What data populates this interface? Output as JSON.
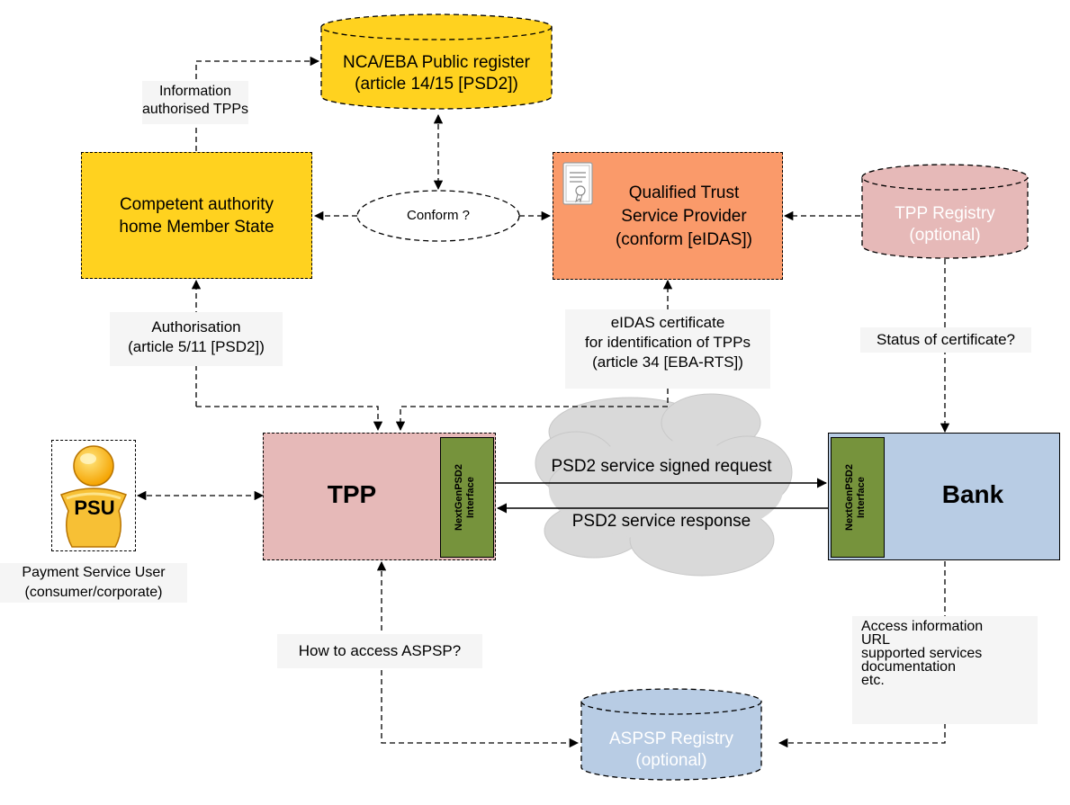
{
  "nodes": {
    "nca_register": {
      "line1": "NCA/EBA Public register",
      "line2": "(article 14/15 [PSD2])"
    },
    "competent_authority": {
      "line1": "Competent authority",
      "line2": "home Member State"
    },
    "qtsp": {
      "line1": "Qualified Trust",
      "line2": "Service Provider",
      "line3": "(conform [eIDAS])"
    },
    "tpp_registry": {
      "line1": "TPP Registry",
      "line2": "(optional)"
    },
    "tpp": {
      "label": "TPP",
      "interface_line1": "NextGenPSD2",
      "interface_line2": "Interface"
    },
    "bank": {
      "label": "Bank",
      "interface_line1": "NextGenPSD2",
      "interface_line2": "Interface"
    },
    "psu": {
      "badge": "PSU",
      "caption_line1": "Payment Service User",
      "caption_line2": "(consumer/corporate)"
    },
    "aspsp_registry": {
      "line1": "ASPSP Registry",
      "line2": "(optional)"
    },
    "conform": {
      "label": "Conform ?"
    }
  },
  "edges": {
    "information": {
      "line1": "Information",
      "line2": "authorised TPPs"
    },
    "authorisation": {
      "line1": "Authorisation",
      "line2": "(article 5/11 [PSD2])"
    },
    "eidas": {
      "line1": "eIDAS certificate",
      "line2": "for identification of TPPs",
      "line3": "(article 34 [EBA-RTS])"
    },
    "status": {
      "label": "Status of certificate?"
    },
    "request": {
      "label": "PSD2 service signed request"
    },
    "response": {
      "label": "PSD2 service response"
    },
    "how_access": {
      "label": "How to access ASPSP?"
    },
    "access_info": {
      "line1": "Access information",
      "line2": "URL",
      "line3": "supported services",
      "line4": "documentation",
      "line5": "etc."
    }
  },
  "colors": {
    "yellow": "#ffd21f",
    "orange": "#fa9a6a",
    "pink": "#e6b9b8",
    "blue": "#b8cce4",
    "green": "#76933c",
    "cloud": "#d9d9d9"
  }
}
